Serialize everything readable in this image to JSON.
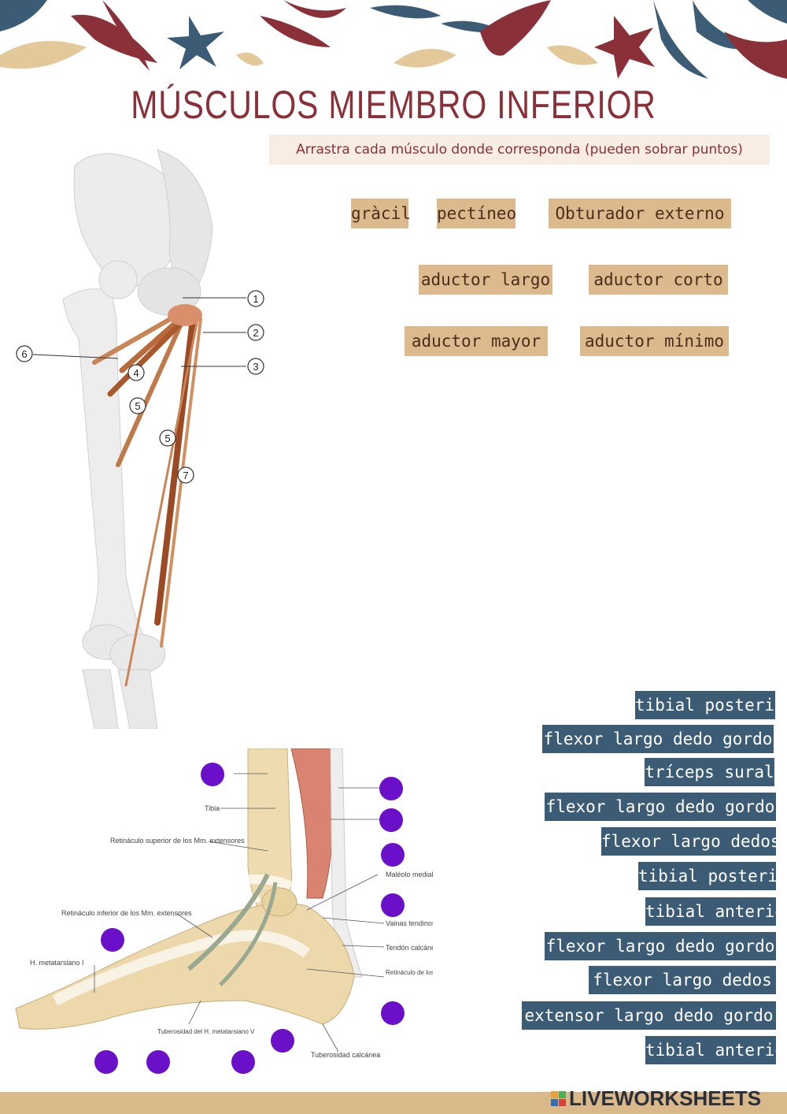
{
  "title": "MÚSCULOS MIEMBRO INFERIOR",
  "instruction": "Arrastra cada músculo donde corresponda (pueden sobrar puntos)",
  "thigh_labels": [
    "gràcil",
    "pectíneo",
    "Obturador externo",
    "aductor largo",
    "aductor corto",
    "aductor mayor",
    "aductor mínimo"
  ],
  "leg_label_numbers": [
    "1",
    "2",
    "3",
    "4",
    "5",
    "5",
    "6",
    "7"
  ],
  "foot_labels": [
    "Tibia",
    "Retináculo superior de los Mm. extensores",
    "Maléolo medial",
    "Retináculo inferior de los Mm. extensores",
    "Vainas tendinosas",
    "Tendón calcáneo",
    "H. metatarsiano I",
    "Retináculo de los Mm. flexores",
    "Tuberosidad del H. metatarsiano V",
    "Tuberosidad calcánea"
  ],
  "leg_options": [
    "tibial posterior",
    "flexor largo dedo gordo",
    "tríceps sural",
    "flexor largo dedo gordo",
    "flexor largo dedos",
    "tibial posterior",
    "tibial anterior",
    "flexor largo dedo gordo",
    "flexor largo dedos",
    "extensor largo dedo gordo",
    "tibial anterior"
  ],
  "brand": "LIVEWORKSHEETS",
  "colors": {
    "title": "#8a3038",
    "tan_chip": "#ddb98e",
    "blue_chip": "#3c5c76",
    "drop_dot": "#6a10c8",
    "bottom_bar": "#d9b98a"
  }
}
